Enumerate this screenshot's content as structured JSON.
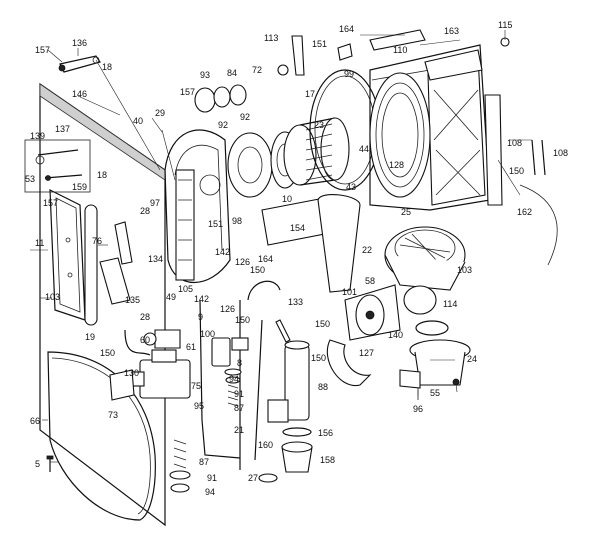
{
  "callouts": [
    {
      "id": "c157a",
      "text": "157"
    },
    {
      "id": "c136",
      "text": "136"
    },
    {
      "id": "c18a",
      "text": "18"
    },
    {
      "id": "c146",
      "text": "146"
    },
    {
      "id": "c139",
      "text": "139"
    },
    {
      "id": "c137",
      "text": "137"
    },
    {
      "id": "c53",
      "text": "53"
    },
    {
      "id": "c159",
      "text": "159"
    },
    {
      "id": "c18b",
      "text": "18"
    },
    {
      "id": "c157b",
      "text": "157"
    },
    {
      "id": "c11",
      "text": "11"
    },
    {
      "id": "c103a",
      "text": "103"
    },
    {
      "id": "c19",
      "text": "19"
    },
    {
      "id": "c150a",
      "text": "150"
    },
    {
      "id": "c66",
      "text": "66"
    },
    {
      "id": "c5",
      "text": "5"
    },
    {
      "id": "c73",
      "text": "73"
    },
    {
      "id": "c130",
      "text": "130"
    },
    {
      "id": "c75",
      "text": "75"
    },
    {
      "id": "c95",
      "text": "95"
    },
    {
      "id": "c60",
      "text": "60"
    },
    {
      "id": "c61",
      "text": "61"
    },
    {
      "id": "c28a",
      "text": "28"
    },
    {
      "id": "c49",
      "text": "49"
    },
    {
      "id": "c135",
      "text": "135"
    },
    {
      "id": "c76",
      "text": "76"
    },
    {
      "id": "c28b",
      "text": "28"
    },
    {
      "id": "c134",
      "text": "134"
    },
    {
      "id": "c40",
      "text": "40"
    },
    {
      "id": "c29",
      "text": "29"
    },
    {
      "id": "c97",
      "text": "97"
    },
    {
      "id": "c105",
      "text": "105"
    },
    {
      "id": "c142a",
      "text": "142"
    },
    {
      "id": "c142b",
      "text": "142"
    },
    {
      "id": "c151a",
      "text": "151"
    },
    {
      "id": "c98",
      "text": "98"
    },
    {
      "id": "c126a",
      "text": "126"
    },
    {
      "id": "c126b",
      "text": "126"
    },
    {
      "id": "c150b",
      "text": "150"
    },
    {
      "id": "c150c",
      "text": "150"
    },
    {
      "id": "c9",
      "text": "9"
    },
    {
      "id": "c100",
      "text": "100"
    },
    {
      "id": "c8",
      "text": "8"
    },
    {
      "id": "c94a",
      "text": "94"
    },
    {
      "id": "c91a",
      "text": "91"
    },
    {
      "id": "c87a",
      "text": "87"
    },
    {
      "id": "c87b",
      "text": "87"
    },
    {
      "id": "c91b",
      "text": "91"
    },
    {
      "id": "c94b",
      "text": "94"
    },
    {
      "id": "c21",
      "text": "21"
    },
    {
      "id": "c160",
      "text": "160"
    },
    {
      "id": "c27",
      "text": "27"
    },
    {
      "id": "c88",
      "text": "88"
    },
    {
      "id": "c156",
      "text": "156"
    },
    {
      "id": "c158",
      "text": "158"
    },
    {
      "id": "c93",
      "text": "93"
    },
    {
      "id": "c84",
      "text": "84"
    },
    {
      "id": "c157c",
      "text": "157"
    },
    {
      "id": "c92a",
      "text": "92"
    },
    {
      "id": "c92b",
      "text": "92"
    },
    {
      "id": "c72",
      "text": "72"
    },
    {
      "id": "c113",
      "text": "113"
    },
    {
      "id": "c151b",
      "text": "151"
    },
    {
      "id": "c164a",
      "text": "164"
    },
    {
      "id": "c163",
      "text": "163"
    },
    {
      "id": "c115",
      "text": "115"
    },
    {
      "id": "c110",
      "text": "110"
    },
    {
      "id": "c99",
      "text": "99"
    },
    {
      "id": "c17",
      "text": "17"
    },
    {
      "id": "c23",
      "text": "23"
    },
    {
      "id": "c10",
      "text": "10"
    },
    {
      "id": "c44",
      "text": "44"
    },
    {
      "id": "c43",
      "text": "43"
    },
    {
      "id": "c128",
      "text": "128"
    },
    {
      "id": "c25",
      "text": "25"
    },
    {
      "id": "c108a",
      "text": "108"
    },
    {
      "id": "c108b",
      "text": "108"
    },
    {
      "id": "c150d",
      "text": "150"
    },
    {
      "id": "c162",
      "text": "162"
    },
    {
      "id": "c154",
      "text": "154"
    },
    {
      "id": "c164b",
      "text": "164"
    },
    {
      "id": "c22",
      "text": "22"
    },
    {
      "id": "c103b",
      "text": "103"
    },
    {
      "id": "c58",
      "text": "58"
    },
    {
      "id": "c133",
      "text": "133"
    },
    {
      "id": "c101",
      "text": "101"
    },
    {
      "id": "c150e",
      "text": "150"
    },
    {
      "id": "c114",
      "text": "114"
    },
    {
      "id": "c140",
      "text": "140"
    },
    {
      "id": "c127",
      "text": "127"
    },
    {
      "id": "c150f",
      "text": "150"
    },
    {
      "id": "c24",
      "text": "24"
    },
    {
      "id": "c55",
      "text": "55"
    },
    {
      "id": "c96",
      "text": "96"
    }
  ]
}
